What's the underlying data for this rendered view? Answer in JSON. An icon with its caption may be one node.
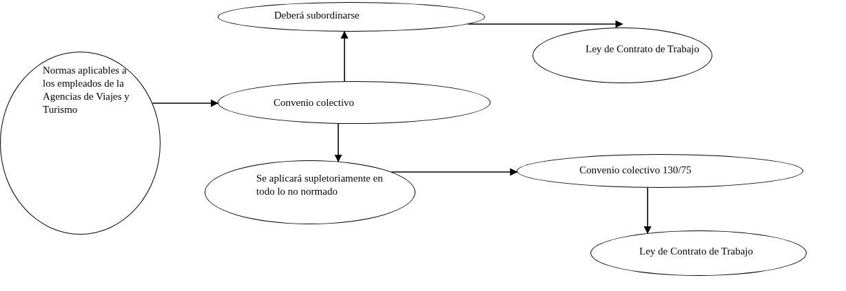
{
  "diagram": {
    "nodes": [
      {
        "text": [
          "Normas aplicables a los empleados de la Agencias de Viajes y Turismo"
        ]
      },
      {
        "text": [
          "Deberá subordinarse"
        ]
      },
      {
        "text": [
          "Ley de Contrato de Trabajo"
        ]
      },
      {
        "text": [
          "Convenio colectivo"
        ]
      },
      {
        "text": [
          "Se aplicará supletoriamente en todo lo no normado"
        ]
      },
      {
        "text": [
          "Convenio colectivo 130/75"
        ]
      },
      {
        "text": [
          "Ley de Contrato de Trabajo"
        ]
      }
    ],
    "edges": [
      {
        "from": 0,
        "to": 3,
        "arrow": "to"
      },
      {
        "from": 3,
        "to": 1,
        "arrow": "to"
      },
      {
        "from": 1,
        "to": 2,
        "arrow": "to"
      },
      {
        "from": 3,
        "to": 4,
        "arrow": "to"
      },
      {
        "from": 4,
        "to": 5,
        "arrow": "to"
      },
      {
        "from": 5,
        "to": 6,
        "arrow": "to"
      }
    ]
  }
}
